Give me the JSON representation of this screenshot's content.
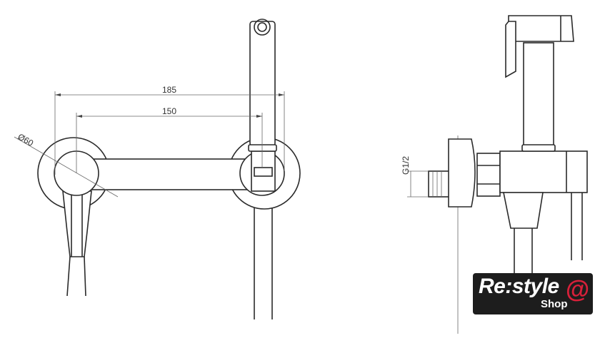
{
  "dimensions": {
    "overall_width": "185",
    "center_distance": "150",
    "rosette_diameter": "Ø60",
    "thread": "G1/2"
  },
  "logo": {
    "brand": "Re:style",
    "sub": "Shop",
    "at_symbol": "@",
    "accent_color": "#d8203a"
  }
}
